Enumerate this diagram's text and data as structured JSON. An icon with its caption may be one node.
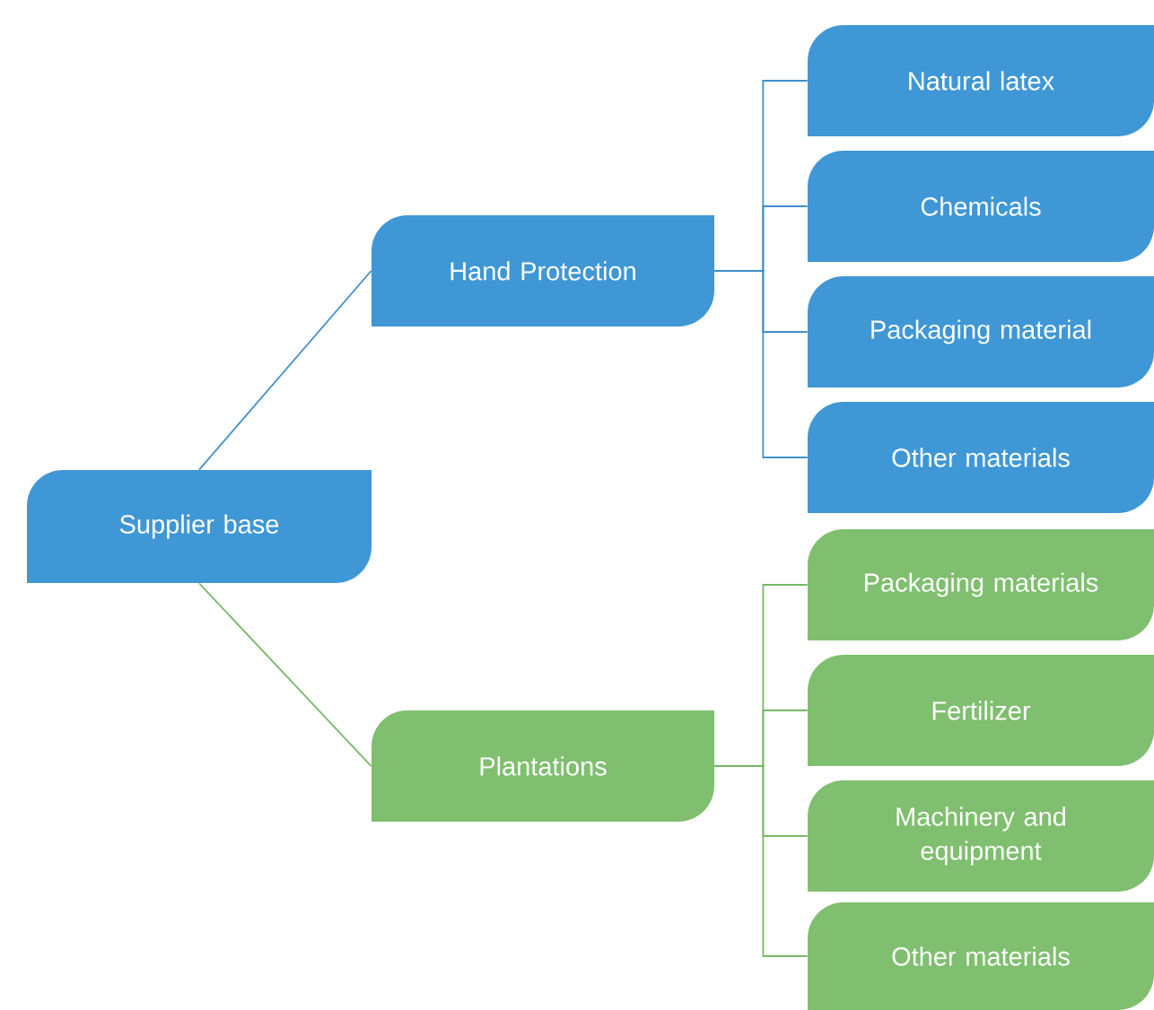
{
  "diagram": {
    "nodes": [
      {
        "text": [
          "Supplier base"
        ]
      },
      {
        "text": [
          "Hand Protection"
        ]
      },
      {
        "text": [
          "Natural latex"
        ]
      },
      {
        "text": [
          "Chemicals"
        ]
      },
      {
        "text": [
          "Packaging material"
        ]
      },
      {
        "text": [
          "Other materials"
        ]
      },
      {
        "text": [
          "Plantations"
        ]
      },
      {
        "text": [
          "Packaging materials"
        ]
      },
      {
        "text": [
          "Fertilizer"
        ]
      },
      {
        "text": [
          "Machinery and equipment"
        ]
      },
      {
        "text": [
          "Other materials"
        ]
      }
    ],
    "edges": [
      {
        "from": 0,
        "to": 1,
        "arrow": "none",
        "color": "#3d8fcc"
      },
      {
        "from": 0,
        "to": 6,
        "arrow": "none",
        "color": "#77b866"
      },
      {
        "from": 1,
        "to": 2,
        "arrow": "none",
        "color": "#3d8fcc"
      },
      {
        "from": 1,
        "to": 3,
        "arrow": "none",
        "color": "#3d8fcc"
      },
      {
        "from": 1,
        "to": 4,
        "arrow": "none",
        "color": "#3d8fcc"
      },
      {
        "from": 1,
        "to": 5,
        "arrow": "none",
        "color": "#3d8fcc"
      },
      {
        "from": 6,
        "to": 7,
        "arrow": "none",
        "color": "#77b866"
      },
      {
        "from": 6,
        "to": 8,
        "arrow": "none",
        "color": "#77b866"
      },
      {
        "from": 6,
        "to": 9,
        "arrow": "none",
        "color": "#77b866"
      },
      {
        "from": 6,
        "to": 10,
        "arrow": "none",
        "color": "#77b866"
      }
    ]
  }
}
